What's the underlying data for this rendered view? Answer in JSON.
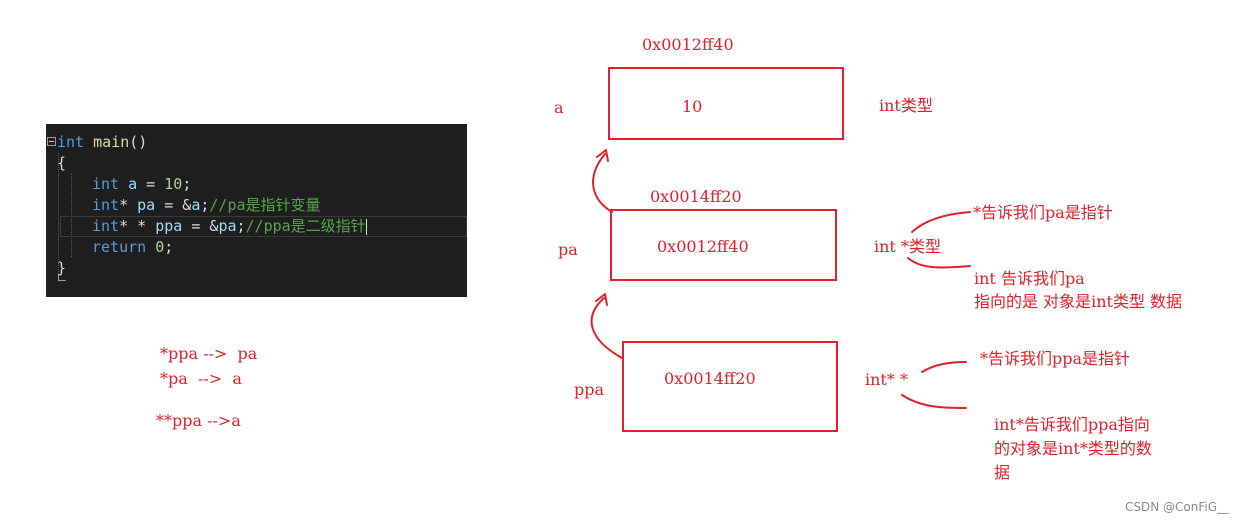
{
  "code": {
    "line1": {
      "kw": "int",
      "fn": "main",
      "paren": "()"
    },
    "line2": {
      "brace": "{"
    },
    "line3": {
      "kw": "int",
      "var": "a",
      "eq": " = ",
      "num": "10",
      "semi": ";"
    },
    "line4": {
      "kw": "int",
      "star": "* ",
      "var": "pa",
      "eq": " = &",
      "ref": "a",
      "semi": ";",
      "comment": "//pa是指针变量"
    },
    "line5": {
      "kw": "int",
      "star": "* * ",
      "var": "ppa",
      "eq": " = &",
      "ref": "pa",
      "semi": ";",
      "comment": "//ppa是二级指针"
    },
    "line6": {
      "kw": "return",
      "sp": " ",
      "num": "0",
      "semi": ";"
    },
    "line7": {
      "brace": "}"
    }
  },
  "notes": {
    "deref1": "*ppa -->  pa",
    "deref2": "*pa  -->  a",
    "deref3": "**ppa -->a"
  },
  "diagram": {
    "a": {
      "address": "0x0012ff40",
      "name": "a",
      "value": "10",
      "type": "int类型"
    },
    "pa": {
      "address": "0x0014ff20",
      "name": "pa",
      "value": "0x0012ff40",
      "type": "int *类型",
      "note_top": "*告诉我们pa是指针",
      "note_bottom_1": "int 告诉我们pa",
      "note_bottom_2": "指向的是 对象是int类型 数据"
    },
    "ppa": {
      "name": "ppa",
      "value": "0x0014ff20",
      "type": "int* *",
      "note_top": "*告诉我们ppa是指针",
      "note_bottom_1": "int*告诉我们ppa指向",
      "note_bottom_2": "的对象是int*类型的数",
      "note_bottom_3": "据"
    }
  },
  "colors": {
    "annotation": "#e0202a",
    "editor_bg": "#1e1e1e",
    "keyword": "#569cd6",
    "comment": "#57a64a"
  },
  "watermark": "CSDN @ConFiG__"
}
